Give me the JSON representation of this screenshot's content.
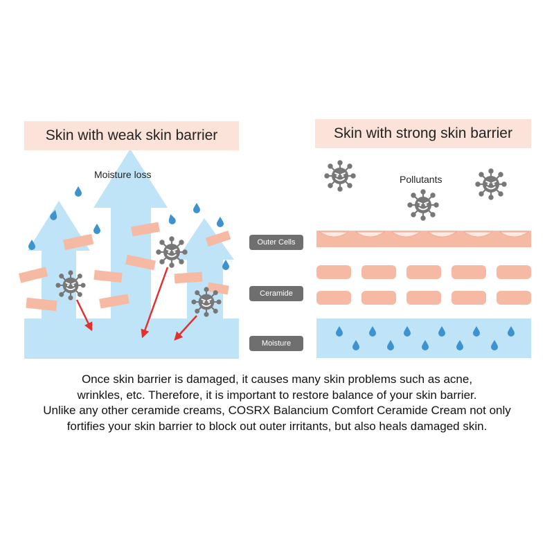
{
  "left_panel": {
    "title": "Skin with weak skin barrier",
    "moisture_label": "Moisture loss"
  },
  "right_panel": {
    "title": "Skin with strong skin barrier",
    "pollutants_label": "Pollutants"
  },
  "layer_labels": {
    "outer_cells": "Outer Cells",
    "ceramide": "Ceramide",
    "moisture": "Moisture"
  },
  "caption": [
    "Once skin barrier is damaged, it causes many skin problems such as acne,",
    "wrinkles, etc. Therefore, it is important to restore balance of your skin barrier.",
    "Unlike any other ceramide creams, COSRX Balancium Comfort Ceramide Cream not only",
    "fortifies your skin barrier to block out outer irritants, but also heals damaged skin."
  ],
  "colors": {
    "moisture_blue": "#bfe3f7",
    "drop_blue": "#3c93cf",
    "cell_peach": "#f6b9a3",
    "germ_gray": "#777777",
    "arrow_red": "#e0302f",
    "header_bg": "#fbe3da"
  },
  "icons": [
    "virus-icon",
    "water-drop-icon",
    "up-arrow-icon",
    "red-arrow-icon"
  ]
}
